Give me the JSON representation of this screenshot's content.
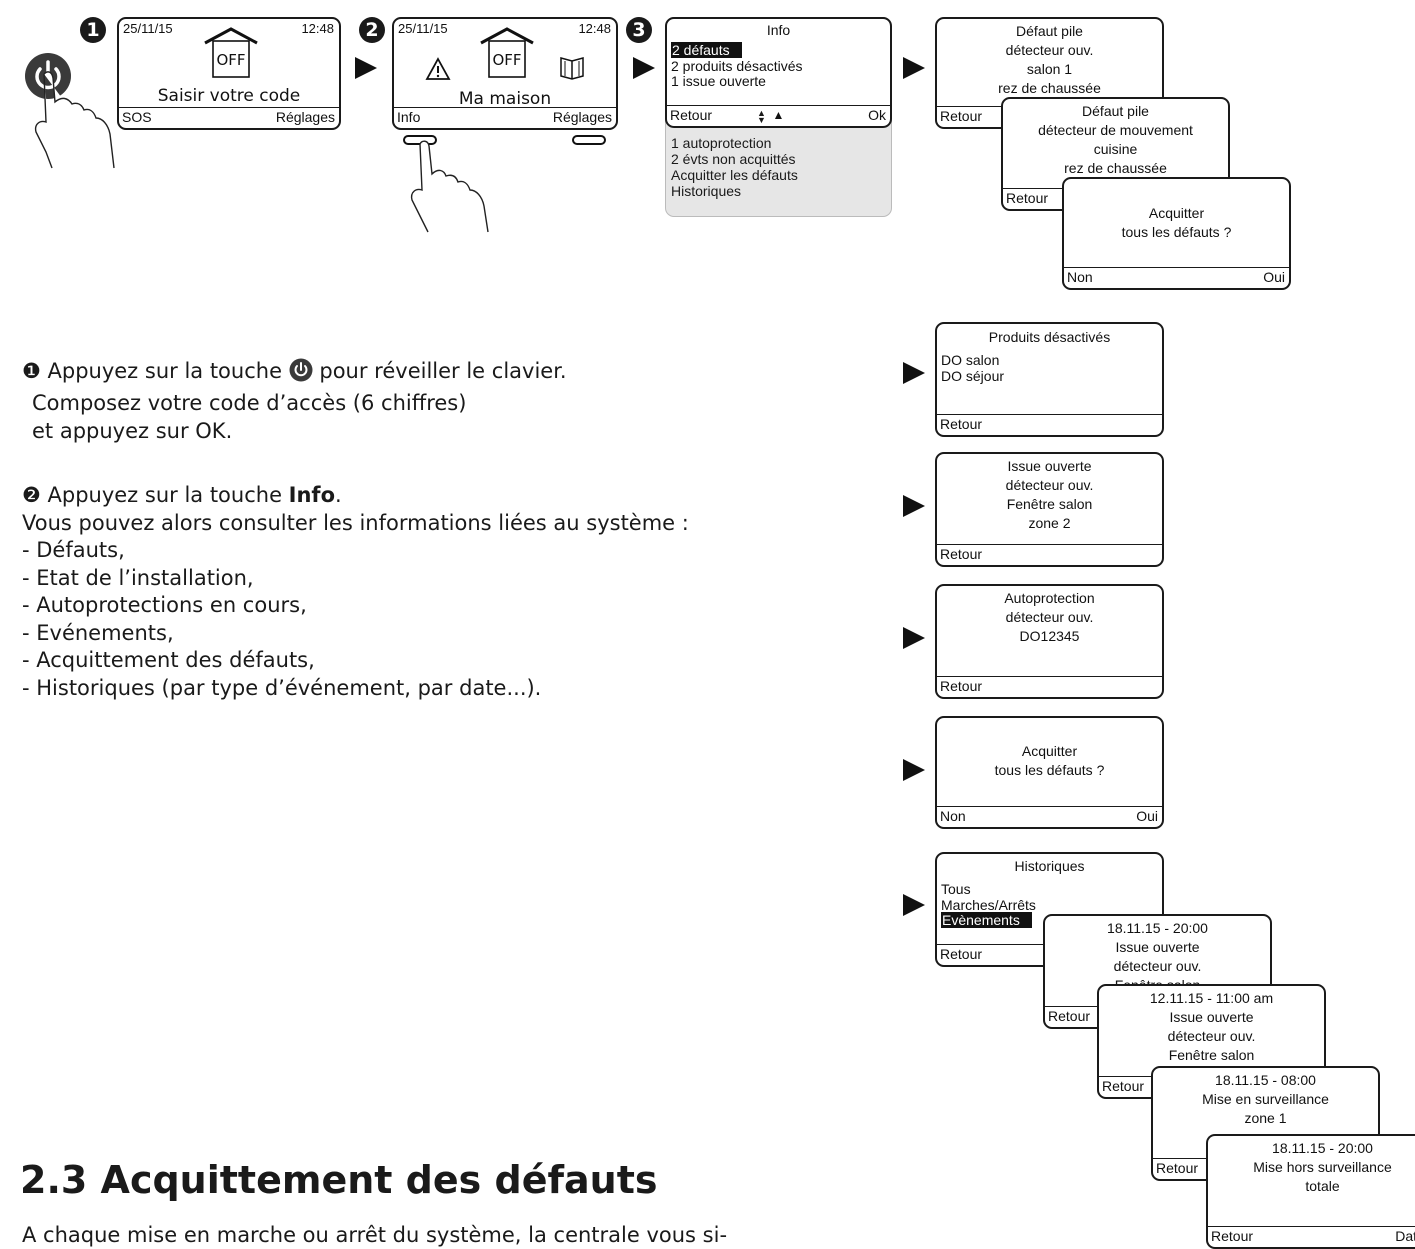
{
  "steps": {
    "one": "1",
    "two": "2",
    "three": "3"
  },
  "screen1": {
    "date": "25/11/15",
    "time": "12:48",
    "state": "OFF",
    "message": "Saisir votre code",
    "left": "SOS",
    "right": "Réglages"
  },
  "screen2": {
    "date": "25/11/15",
    "time": "12:48",
    "state": "OFF",
    "title": "Ma maison",
    "left": "Info",
    "right": "Réglages"
  },
  "info_menu": {
    "title": "Info",
    "items": [
      "2 défauts",
      "2 produits désactivés",
      "1 issue ouverte"
    ],
    "left": "Retour",
    "right": "Ok",
    "more": [
      "1 autoprotection",
      "2 évts non acquittés",
      "Acquitter les défauts",
      "Historiques"
    ]
  },
  "defaut1": {
    "lines": [
      "Défaut pile",
      "détecteur ouv.",
      "salon 1",
      "rez de chaussée"
    ],
    "left": "Retour"
  },
  "defaut2": {
    "lines": [
      "Défaut pile",
      "détecteur de mouvement",
      "cuisine",
      "rez de chaussée"
    ],
    "left": "Retour"
  },
  "acquit1": {
    "lines": [
      "Acquitter",
      "tous les défauts ?"
    ],
    "left": "Non",
    "right": "Oui"
  },
  "produits": {
    "title": "Produits désactivés",
    "items": [
      "DO salon",
      "DO séjour"
    ],
    "left": "Retour"
  },
  "issue": {
    "lines": [
      "Issue ouverte",
      "détecteur ouv.",
      "Fenêtre salon",
      "zone 2"
    ],
    "left": "Retour"
  },
  "autoprot": {
    "lines": [
      "Autoprotection",
      "détecteur ouv.",
      "DO12345"
    ],
    "left": "Retour"
  },
  "acquit2": {
    "lines": [
      "Acquitter",
      "tous les défauts ?"
    ],
    "left": "Non",
    "right": "Oui"
  },
  "historiques": {
    "title": "Historiques",
    "items": [
      "Tous",
      "Marches/Arrêts",
      "Evènements"
    ],
    "left": "Retour"
  },
  "hist1": {
    "lines": [
      "18.11.15 - 20:00",
      "Issue ouverte",
      "détecteur ouv.",
      "Fenêtre salon"
    ],
    "left": "Retour"
  },
  "hist2": {
    "lines": [
      "12.11.15 - 11:00 am",
      "Issue ouverte",
      "détecteur ouv.",
      "Fenêtre salon"
    ],
    "left": "Retour"
  },
  "hist3": {
    "lines": [
      "18.11.15 - 08:00",
      "Mise en surveillance",
      "zone 1"
    ],
    "left": "Retour"
  },
  "hist4": {
    "lines": [
      "18.11.15 - 20:00",
      "Mise hors surveillance",
      "totale"
    ],
    "left": "Retour",
    "right": "Dat"
  },
  "text": {
    "p1a": "❶ Appuyez sur la touche",
    "p1b": "pour réveiller le clavier.",
    "p1c": "Composez votre code d’accès (6 chiffres)",
    "p1d": "et appuyez sur OK.",
    "p2a": "❷ Appuyez sur la touche ",
    "p2b": "Info",
    "p2c": ".",
    "p2d": "Vous pouvez alors consulter les informations liées au système :",
    "list": [
      "- Défauts,",
      "- Etat de l’installation,",
      "- Autoprotections en cours,",
      "- Evénements,",
      "- Acquittement des défauts,",
      "- Historiques (par type d’événement, par date...)."
    ],
    "heading": "2.3 Acquittement des défauts",
    "para": "A chaque mise en marche ou arrêt du système, la centrale vous si-"
  }
}
